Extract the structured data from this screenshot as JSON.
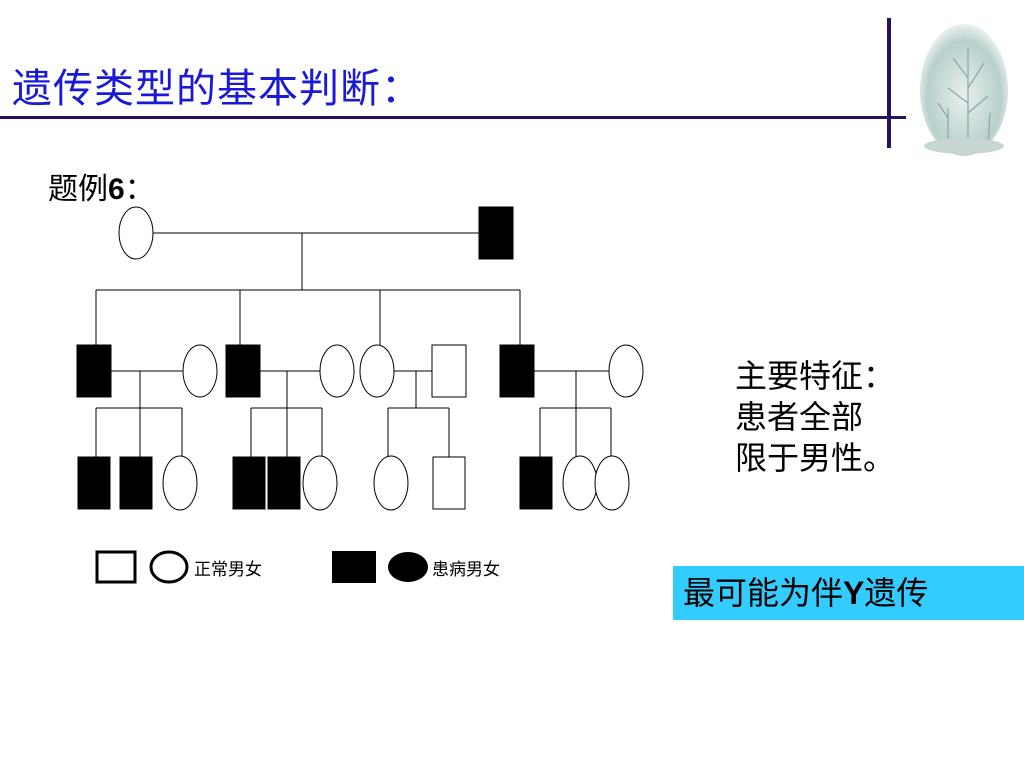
{
  "slide": {
    "title": "遗传类型的基本判断：",
    "example_prefix": "题例",
    "example_number": "6",
    "example_suffix": "："
  },
  "legend": {
    "normal_label": "正常男女",
    "affected_label": "患病男女"
  },
  "features": {
    "line1": "主要特征：",
    "line2": "患者全部",
    "line3": "限于男性。"
  },
  "conclusion": {
    "prefix": "最可能为伴",
    "letter": "Y",
    "suffix": "遗传"
  },
  "colors": {
    "title": "#1a1ad6",
    "rule": "#2a1060",
    "highlight": "#33ccff",
    "affected": "#000000",
    "normal": "#ffffff"
  },
  "pedigree": {
    "generations": [
      [
        {
          "sex": "female",
          "affected": false
        },
        {
          "sex": "male",
          "affected": true
        }
      ],
      [
        {
          "sex": "male",
          "affected": true
        },
        {
          "sex": "female",
          "affected": false
        },
        {
          "sex": "male",
          "affected": true
        },
        {
          "sex": "female",
          "affected": false
        },
        {
          "sex": "female",
          "affected": false
        },
        {
          "sex": "male",
          "affected": false
        },
        {
          "sex": "male",
          "affected": true
        },
        {
          "sex": "female",
          "affected": false
        }
      ],
      [
        {
          "sex": "male",
          "affected": true
        },
        {
          "sex": "male",
          "affected": true
        },
        {
          "sex": "female",
          "affected": false
        },
        {
          "sex": "male",
          "affected": true
        },
        {
          "sex": "male",
          "affected": true
        },
        {
          "sex": "female",
          "affected": false
        },
        {
          "sex": "female",
          "affected": false
        },
        {
          "sex": "male",
          "affected": false
        },
        {
          "sex": "male",
          "affected": true
        },
        {
          "sex": "female",
          "affected": false
        },
        {
          "sex": "female",
          "affected": false
        }
      ]
    ]
  }
}
